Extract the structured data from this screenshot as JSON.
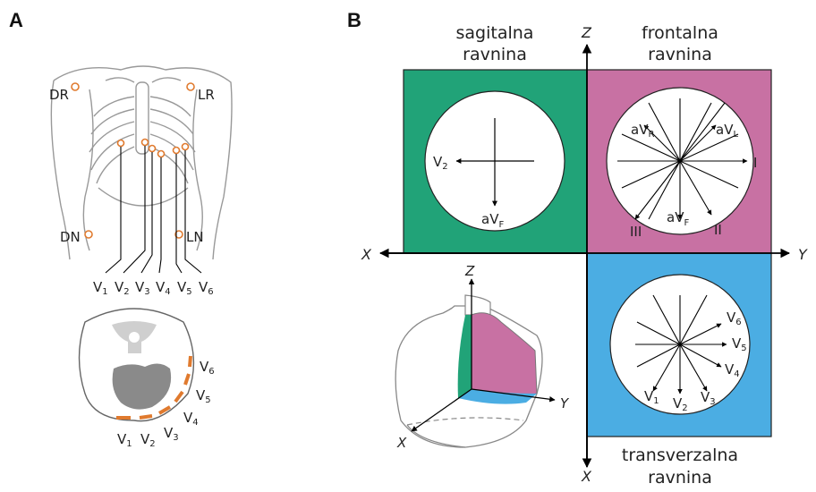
{
  "panel_a": {
    "label": "A",
    "electrodes": {
      "dr": "DR",
      "lr": "LR",
      "dn": "DN",
      "ln": "LN",
      "v1": "V",
      "v2": "V",
      "v3": "V",
      "v4": "V",
      "v5": "V",
      "v6": "V",
      "v1_sub": "1",
      "v2_sub": "2",
      "v3_sub": "3",
      "v4_sub": "4",
      "v5_sub": "5",
      "v6_sub": "6"
    },
    "cross_section": {
      "v1": "V",
      "v2": "V",
      "v3": "V",
      "v4": "V",
      "v5": "V",
      "v6": "V",
      "v1_sub": "1",
      "v2_sub": "2",
      "v3_sub": "3",
      "v4_sub": "4",
      "v5_sub": "5",
      "v6_sub": "6"
    }
  },
  "panel_b": {
    "label": "B",
    "sagittal_title_1": "sagitalna",
    "sagittal_title_2": "ravnina",
    "frontal_title_1": "frontalna",
    "frontal_title_2": "ravnina",
    "transverse_title_1": "transverzalna",
    "transverse_title_2": "ravnina",
    "axes": {
      "z": "Z",
      "x_left": "X",
      "y_right": "Y",
      "x_bottom": "X"
    },
    "sagittal_leads": {
      "v2": "V",
      "v2_sub": "2",
      "avf": "aV",
      "avf_sub": "F"
    },
    "frontal_leads": {
      "avr": "aV",
      "avr_sub": "R",
      "avl": "aV",
      "avl_sub": "L",
      "i": "I",
      "ii": "II",
      "iii": "III",
      "avf": "aV",
      "avf_sub": "F"
    },
    "transverse_leads": {
      "v1": "V",
      "v2": "V",
      "v3": "V",
      "v4": "V",
      "v5": "V",
      "v6": "V",
      "v1_sub": "1",
      "v2_sub": "2",
      "v3_sub": "3",
      "v4_sub": "4",
      "v5_sub": "5",
      "v6_sub": "6"
    },
    "torso_axes": {
      "z": "Z",
      "y": "Y",
      "x": "X"
    }
  },
  "colors": {
    "sagittal": "#21a378",
    "frontal": "#c871a3",
    "transverse": "#4bade3",
    "electrode": "#e07a2e",
    "heart": "#8a8a8a"
  }
}
